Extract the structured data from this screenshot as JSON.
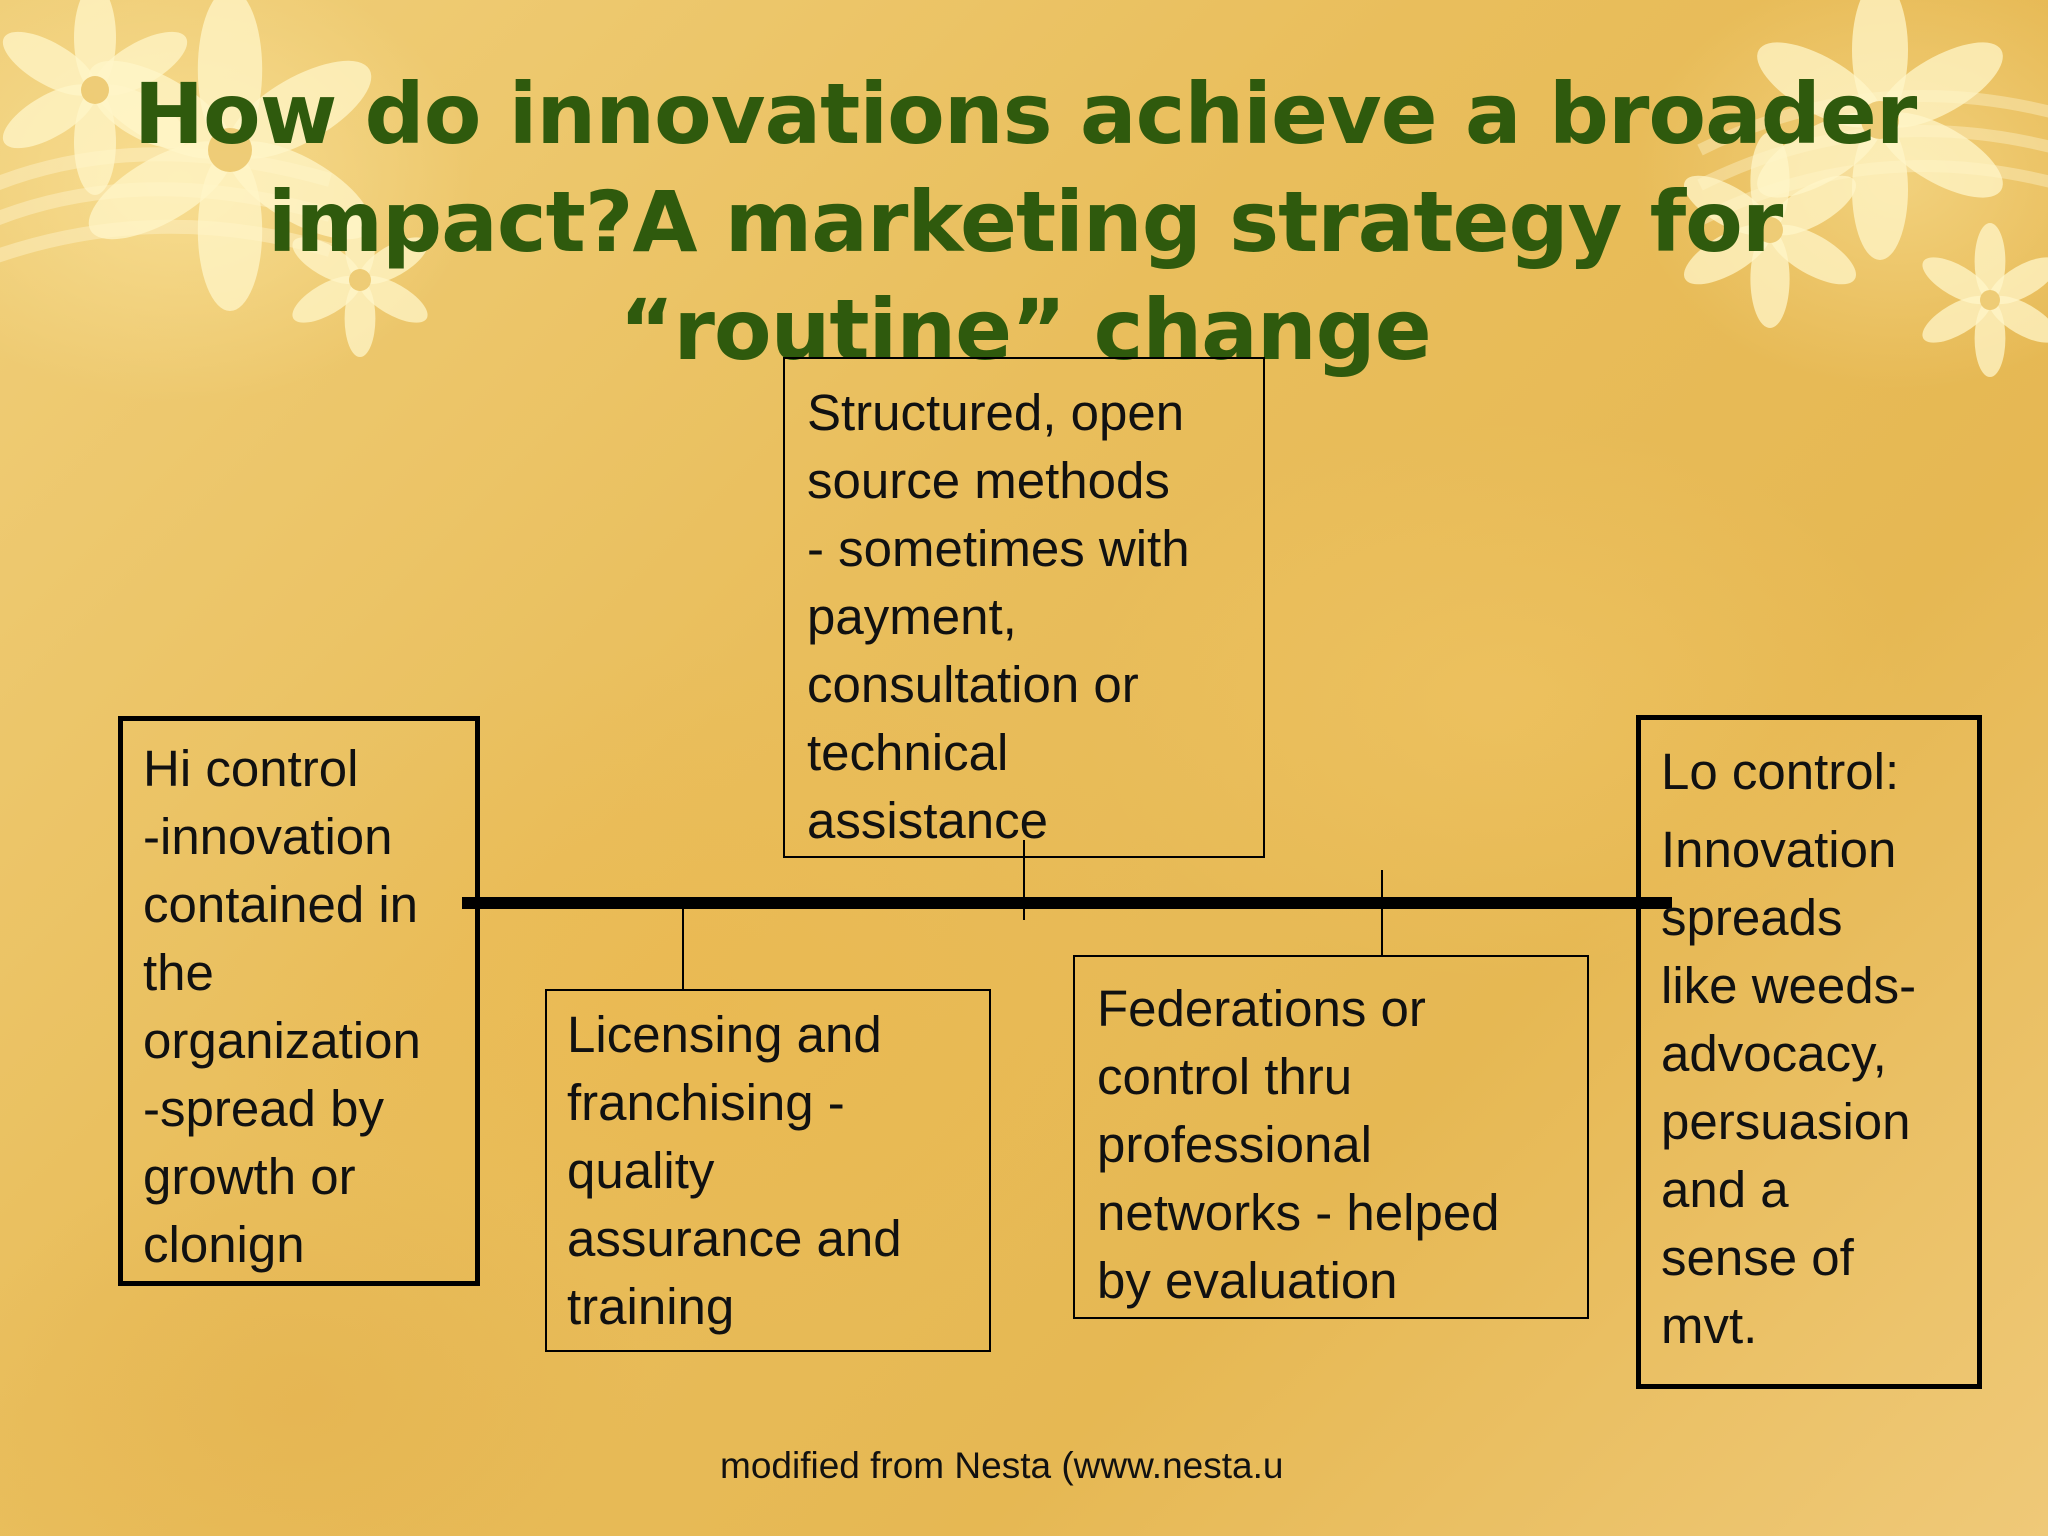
{
  "slide": {
    "title_lines": [
      "How do innovations achieve a broader",
      "impact?A marketing strategy for",
      "“routine” change"
    ],
    "footer": "modified from Nesta (www.nesta.u"
  },
  "spectrum": {
    "left": {
      "text": "Hi control\n-innovation\ncontained in\nthe\norganization\n-spread by\ngrowth or\nclonign"
    },
    "licensing": {
      "text": "Licensing and\nfranchising -\nquality\nassurance and\ntraining"
    },
    "open_source": {
      "text": "Structured, open\nsource methods\n- sometimes with\npayment,\nconsultation or\ntechnical\nassistance"
    },
    "federations": {
      "text": "Federations or\ncontrol thru\nprofessional\nnetworks - helped\nby evaluation"
    },
    "right": {
      "heading": "Lo control:",
      "text": "Innovation\nspreads\nlike weeds-\nadvocacy,\npersuasion\nand a\nsense of\nmvt."
    }
  },
  "icons": {
    "decoration": "flower-icon"
  }
}
